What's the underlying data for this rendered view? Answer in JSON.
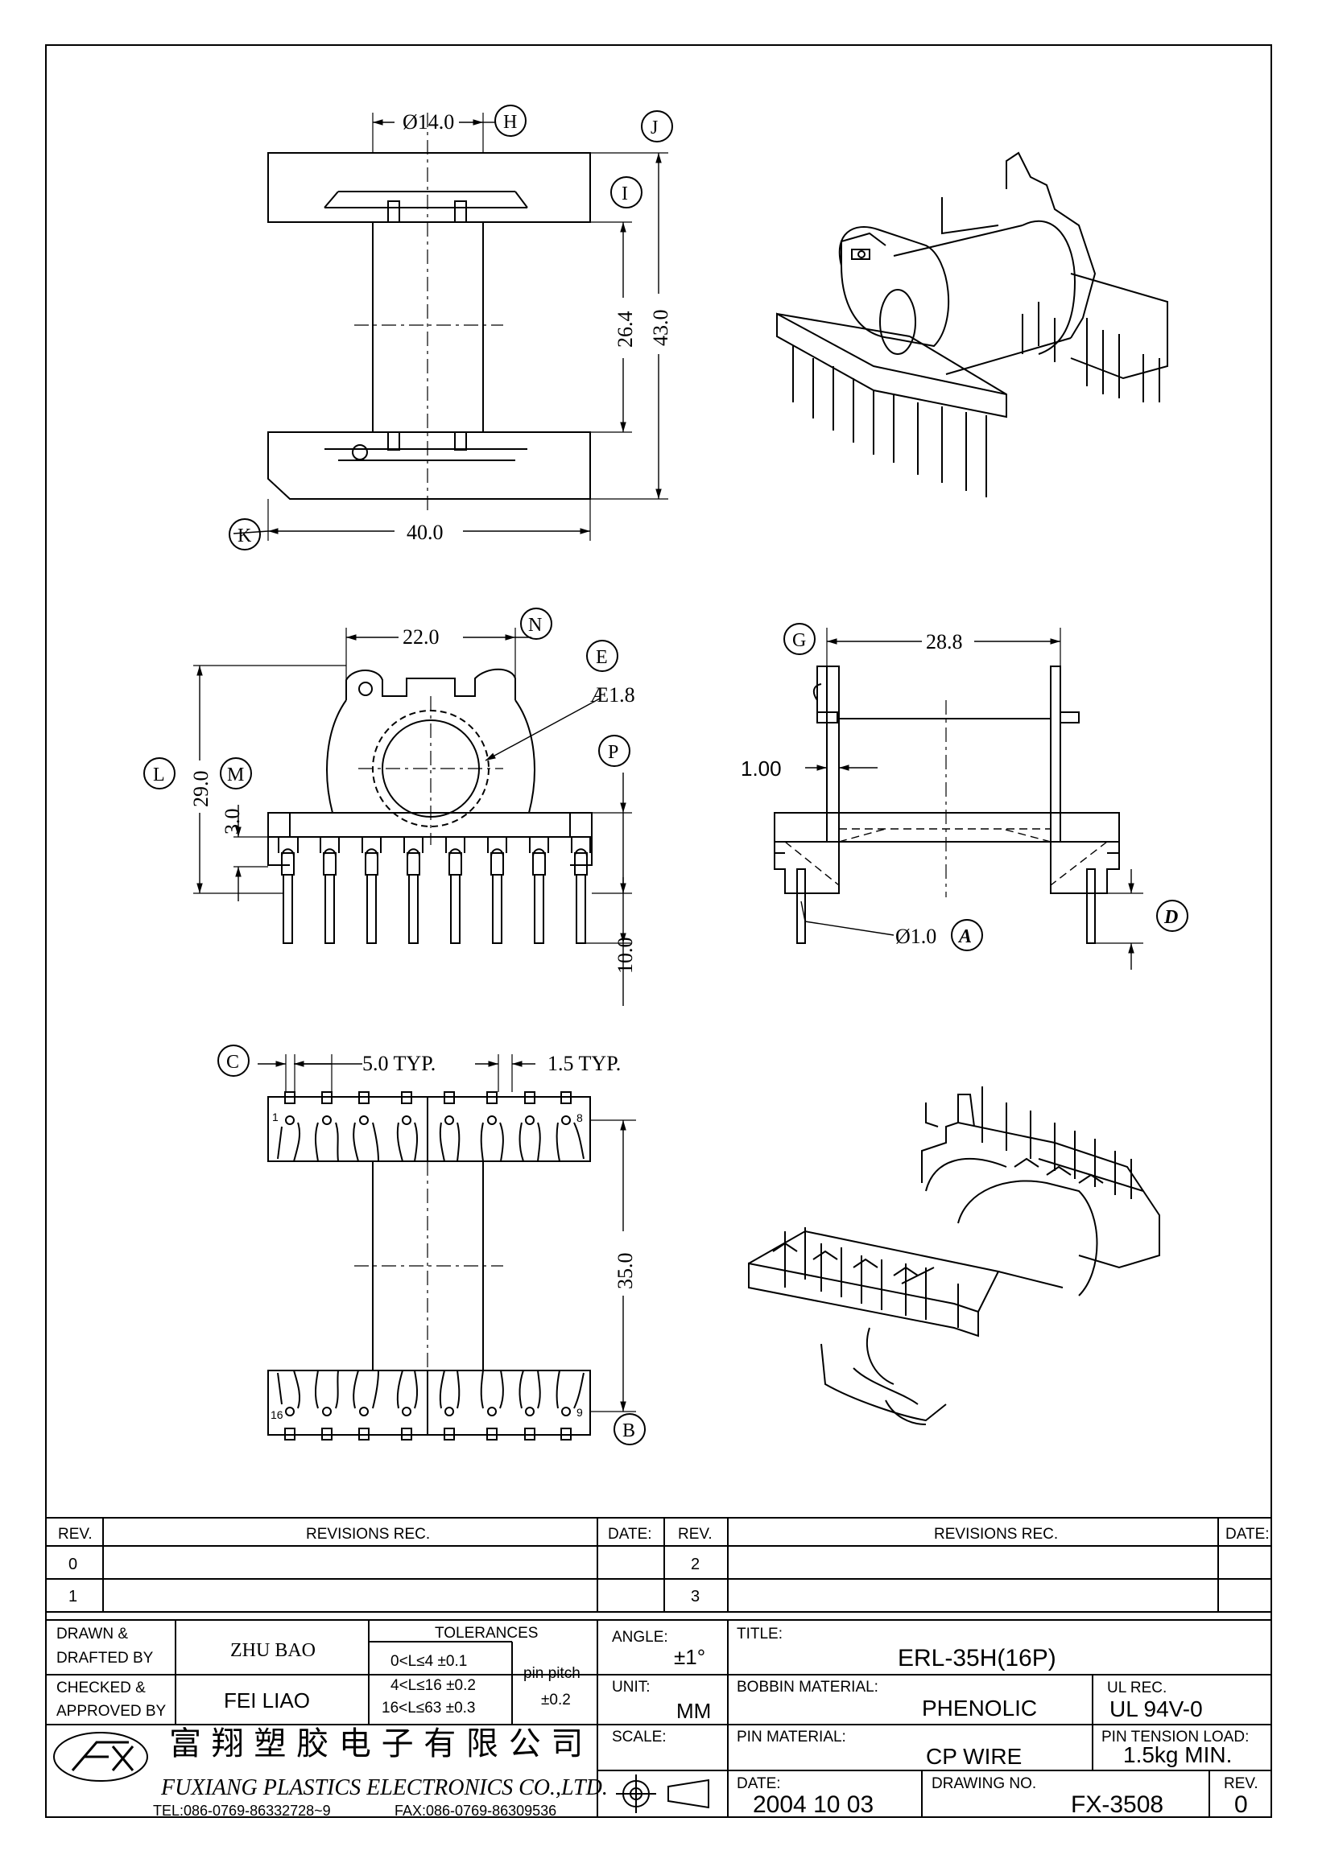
{
  "dims": {
    "d14": "Ø14.0",
    "d40": "40.0",
    "d26_4": "26.4",
    "d43": "43.0",
    "d22": "22.0",
    "e18": "Æ1.8",
    "d29": "29.0",
    "d3": "3.0",
    "d10": "10.0",
    "d28_8": "28.8",
    "d1_00": "1.00",
    "d1_0": "Ø1.0",
    "typ5": "5.0 TYP.",
    "typ15": "1.5 TYP.",
    "d35": "35.0"
  },
  "callouts": {
    "H": "H",
    "J": "J",
    "I": "I",
    "K": "K",
    "N": "N",
    "E": "E",
    "L": "L",
    "M": "M",
    "P": "P",
    "G": "G",
    "A": "A",
    "D": "D",
    "C": "C",
    "B": "B"
  },
  "pins": {
    "p1": "1",
    "p8": "8",
    "p16": "16",
    "p9": "9"
  },
  "revisions": {
    "rev_hdr": "REV.",
    "rec_hdr": "REVISIONS   REC.",
    "date_hdr": "DATE:",
    "rows_left": [
      "0",
      "1"
    ],
    "rows_right": [
      "2",
      "3"
    ]
  },
  "title_block": {
    "drawn_label_1": "DRAWN  &",
    "drawn_label_2": "DRAFTED BY",
    "drawn_by": "ZHU BAO",
    "checked_label_1": "CHECKED  &",
    "checked_label_2": "APPROVED BY",
    "checked_by": "FEI LIAO",
    "tolerances_hdr": "TOLERANCES",
    "tol1": "0<L≤4    ±0.1",
    "tol2": "4<L≤16  ±0.2",
    "tol3": "16<L≤63  ±0.3",
    "pin_pitch_label": "pin pitch",
    "pin_pitch_val": "±0.2",
    "angle_label": "ANGLE:",
    "angle_val": "±1°",
    "unit_label": "UNIT:",
    "unit_val": "MM",
    "scale_label": "SCALE:",
    "title_label": "TITLE:",
    "title_val": "ERL-35H(16P)",
    "bobbin_label": "BOBBIN MATERIAL:",
    "bobbin_val": "PHENOLIC",
    "ul_label": "UL REC.",
    "ul_val": "UL 94V-0",
    "pin_mat_label": "PIN MATERIAL:",
    "pin_mat_val": "CP WIRE",
    "tension_label": "PIN TENSION LOAD:",
    "tension_val": "1.5kg  MIN.",
    "date_label": "DATE:",
    "date_val": "2004  10  03",
    "dwg_label": "DRAWING NO.",
    "dwg_val": "FX-3508",
    "rev_label": "REV.",
    "rev_val": "0"
  },
  "company": {
    "logo_text": "FX",
    "chinese": "富 翔 塑 胶 电 子 有 限 公 司",
    "english": "FUXIANG PLASTICS ELECTRONICS CO.,LTD.",
    "tel": "TEL:086-0769-86332728~9",
    "fax": "FAX:086-0769-86309536"
  }
}
